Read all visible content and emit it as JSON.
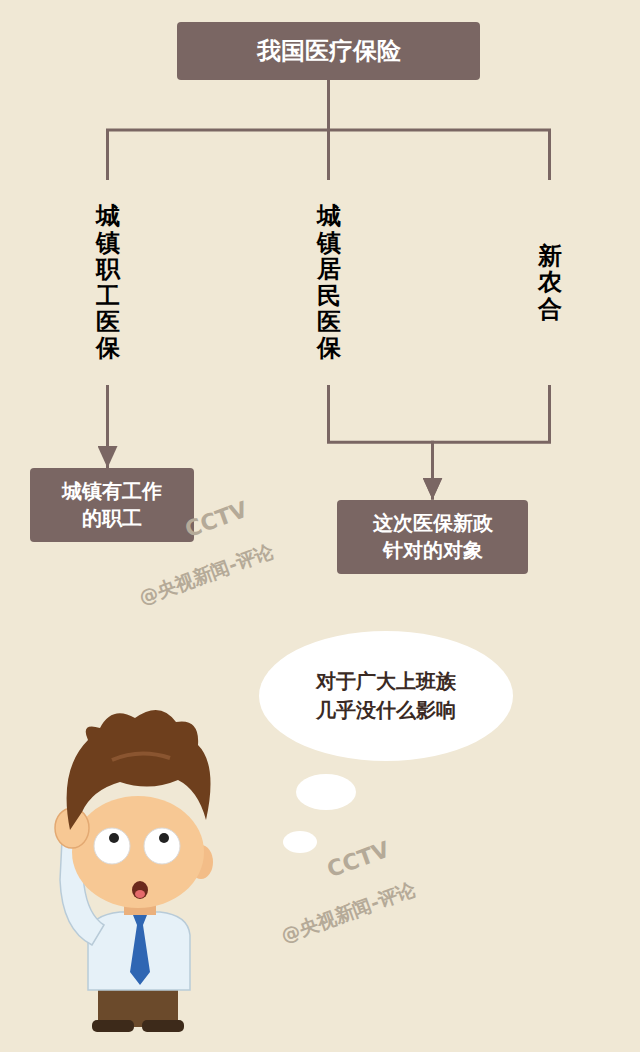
{
  "diagram": {
    "nodes": [
      {
        "text": [
          "我国医疗保险"
        ]
      },
      {
        "text": [
          "城镇职工医保"
        ]
      },
      {
        "text": [
          "城镇居民医保"
        ]
      },
      {
        "text": [
          "新农合"
        ]
      },
      {
        "text": [
          "城镇有工作 的职工"
        ]
      },
      {
        "text": [
          "这次医保新政 针对的对象"
        ]
      },
      {
        "text": [
          "对于广大上班族 几乎没什么影响"
        ]
      }
    ],
    "edges": [
      {
        "from": 0,
        "to": 1,
        "arrow": "none"
      },
      {
        "from": 0,
        "to": 2,
        "arrow": "none"
      },
      {
        "from": 0,
        "to": 3,
        "arrow": "none"
      },
      {
        "from": 1,
        "to": 4,
        "arrow": "to"
      },
      {
        "from": 2,
        "to": 5,
        "arrow": "to"
      },
      {
        "from": 3,
        "to": 5,
        "arrow": "to"
      }
    ],
    "labels": [
      "CCTV",
      "@央视新闻-评论",
      "CCTV",
      "@央视新闻-评论"
    ]
  }
}
